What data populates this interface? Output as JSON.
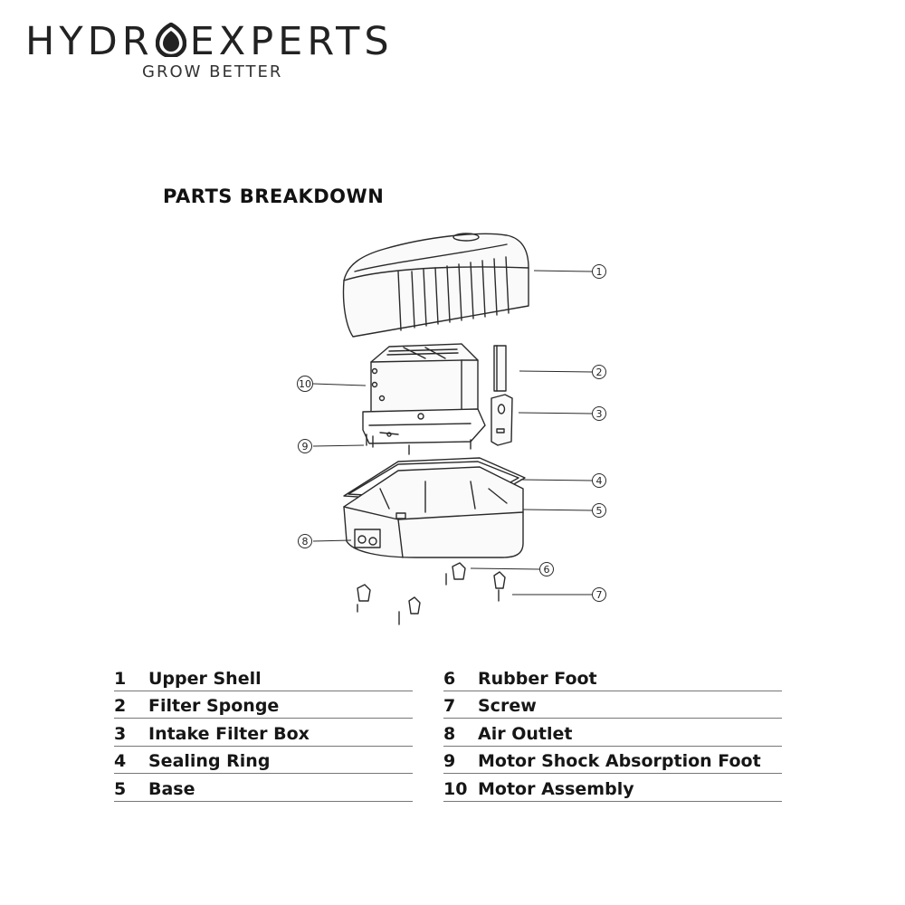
{
  "brand": {
    "name_part1": "HYDR",
    "name_part2": "EXPERTS",
    "tagline": "GROW BETTER"
  },
  "title": "PARTS BREAKDOWN",
  "callouts": [
    "1",
    "2",
    "3",
    "4",
    "5",
    "6",
    "7",
    "8",
    "9",
    "10"
  ],
  "parts": [
    {
      "num": "1",
      "label": "Upper Shell"
    },
    {
      "num": "2",
      "label": "Filter Sponge"
    },
    {
      "num": "3",
      "label": "Intake Filter Box"
    },
    {
      "num": "4",
      "label": "Sealing Ring"
    },
    {
      "num": "5",
      "label": "Base"
    },
    {
      "num": "6",
      "label": "Rubber Foot"
    },
    {
      "num": "7",
      "label": "Screw"
    },
    {
      "num": "8",
      "label": "Air Outlet"
    },
    {
      "num": "9",
      "label": "Motor Shock Absorption Foot"
    },
    {
      "num": "10",
      "label": "Motor Assembly"
    }
  ]
}
